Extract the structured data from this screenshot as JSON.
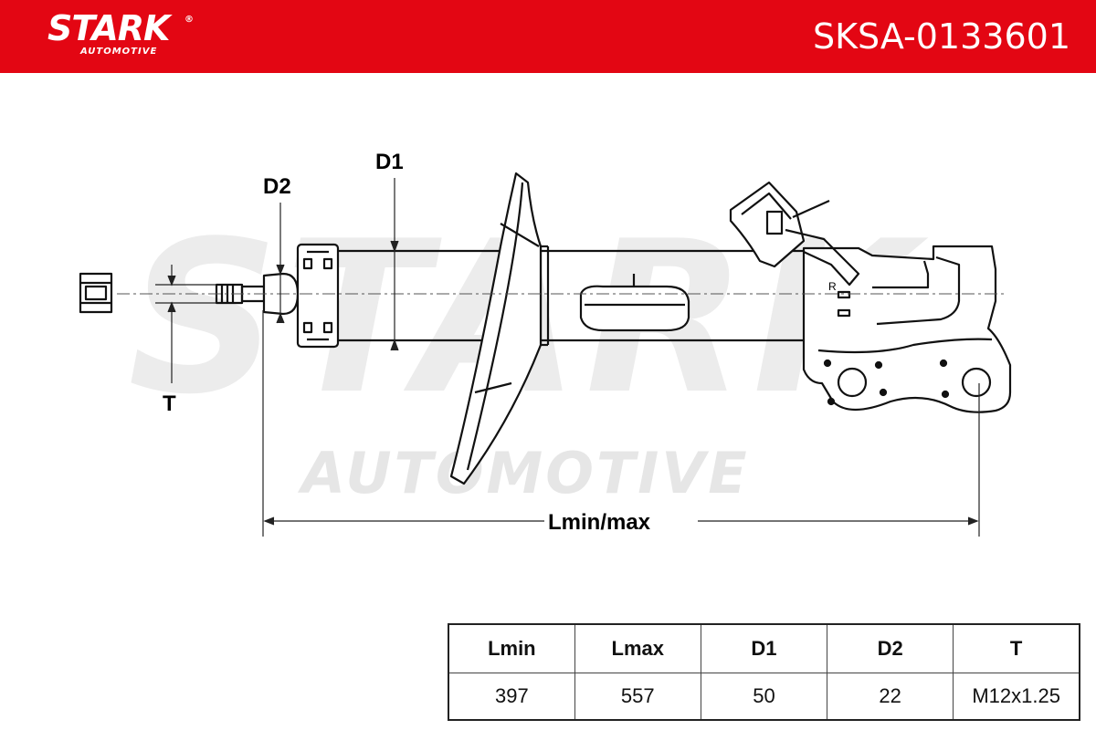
{
  "header": {
    "brand_name": "STARK",
    "brand_registered": "®",
    "brand_tagline": "AUTOMOTIVE",
    "part_number": "SKSA-0133601"
  },
  "watermark": {
    "big": "STARK",
    "small": "AUTOMOTIVE"
  },
  "diagram": {
    "labels": {
      "d1": "D1",
      "d2": "D2",
      "t": "T",
      "length": "Lmin/max",
      "mark_r": "R"
    }
  },
  "specs": {
    "headers": [
      "Lmin",
      "Lmax",
      "D1",
      "D2",
      "T"
    ],
    "values": [
      "397",
      "557",
      "50",
      "22",
      "M12x1.25"
    ]
  },
  "colors": {
    "brand_red": "#e30613",
    "line": "#111111",
    "watermark": "#ececec"
  }
}
